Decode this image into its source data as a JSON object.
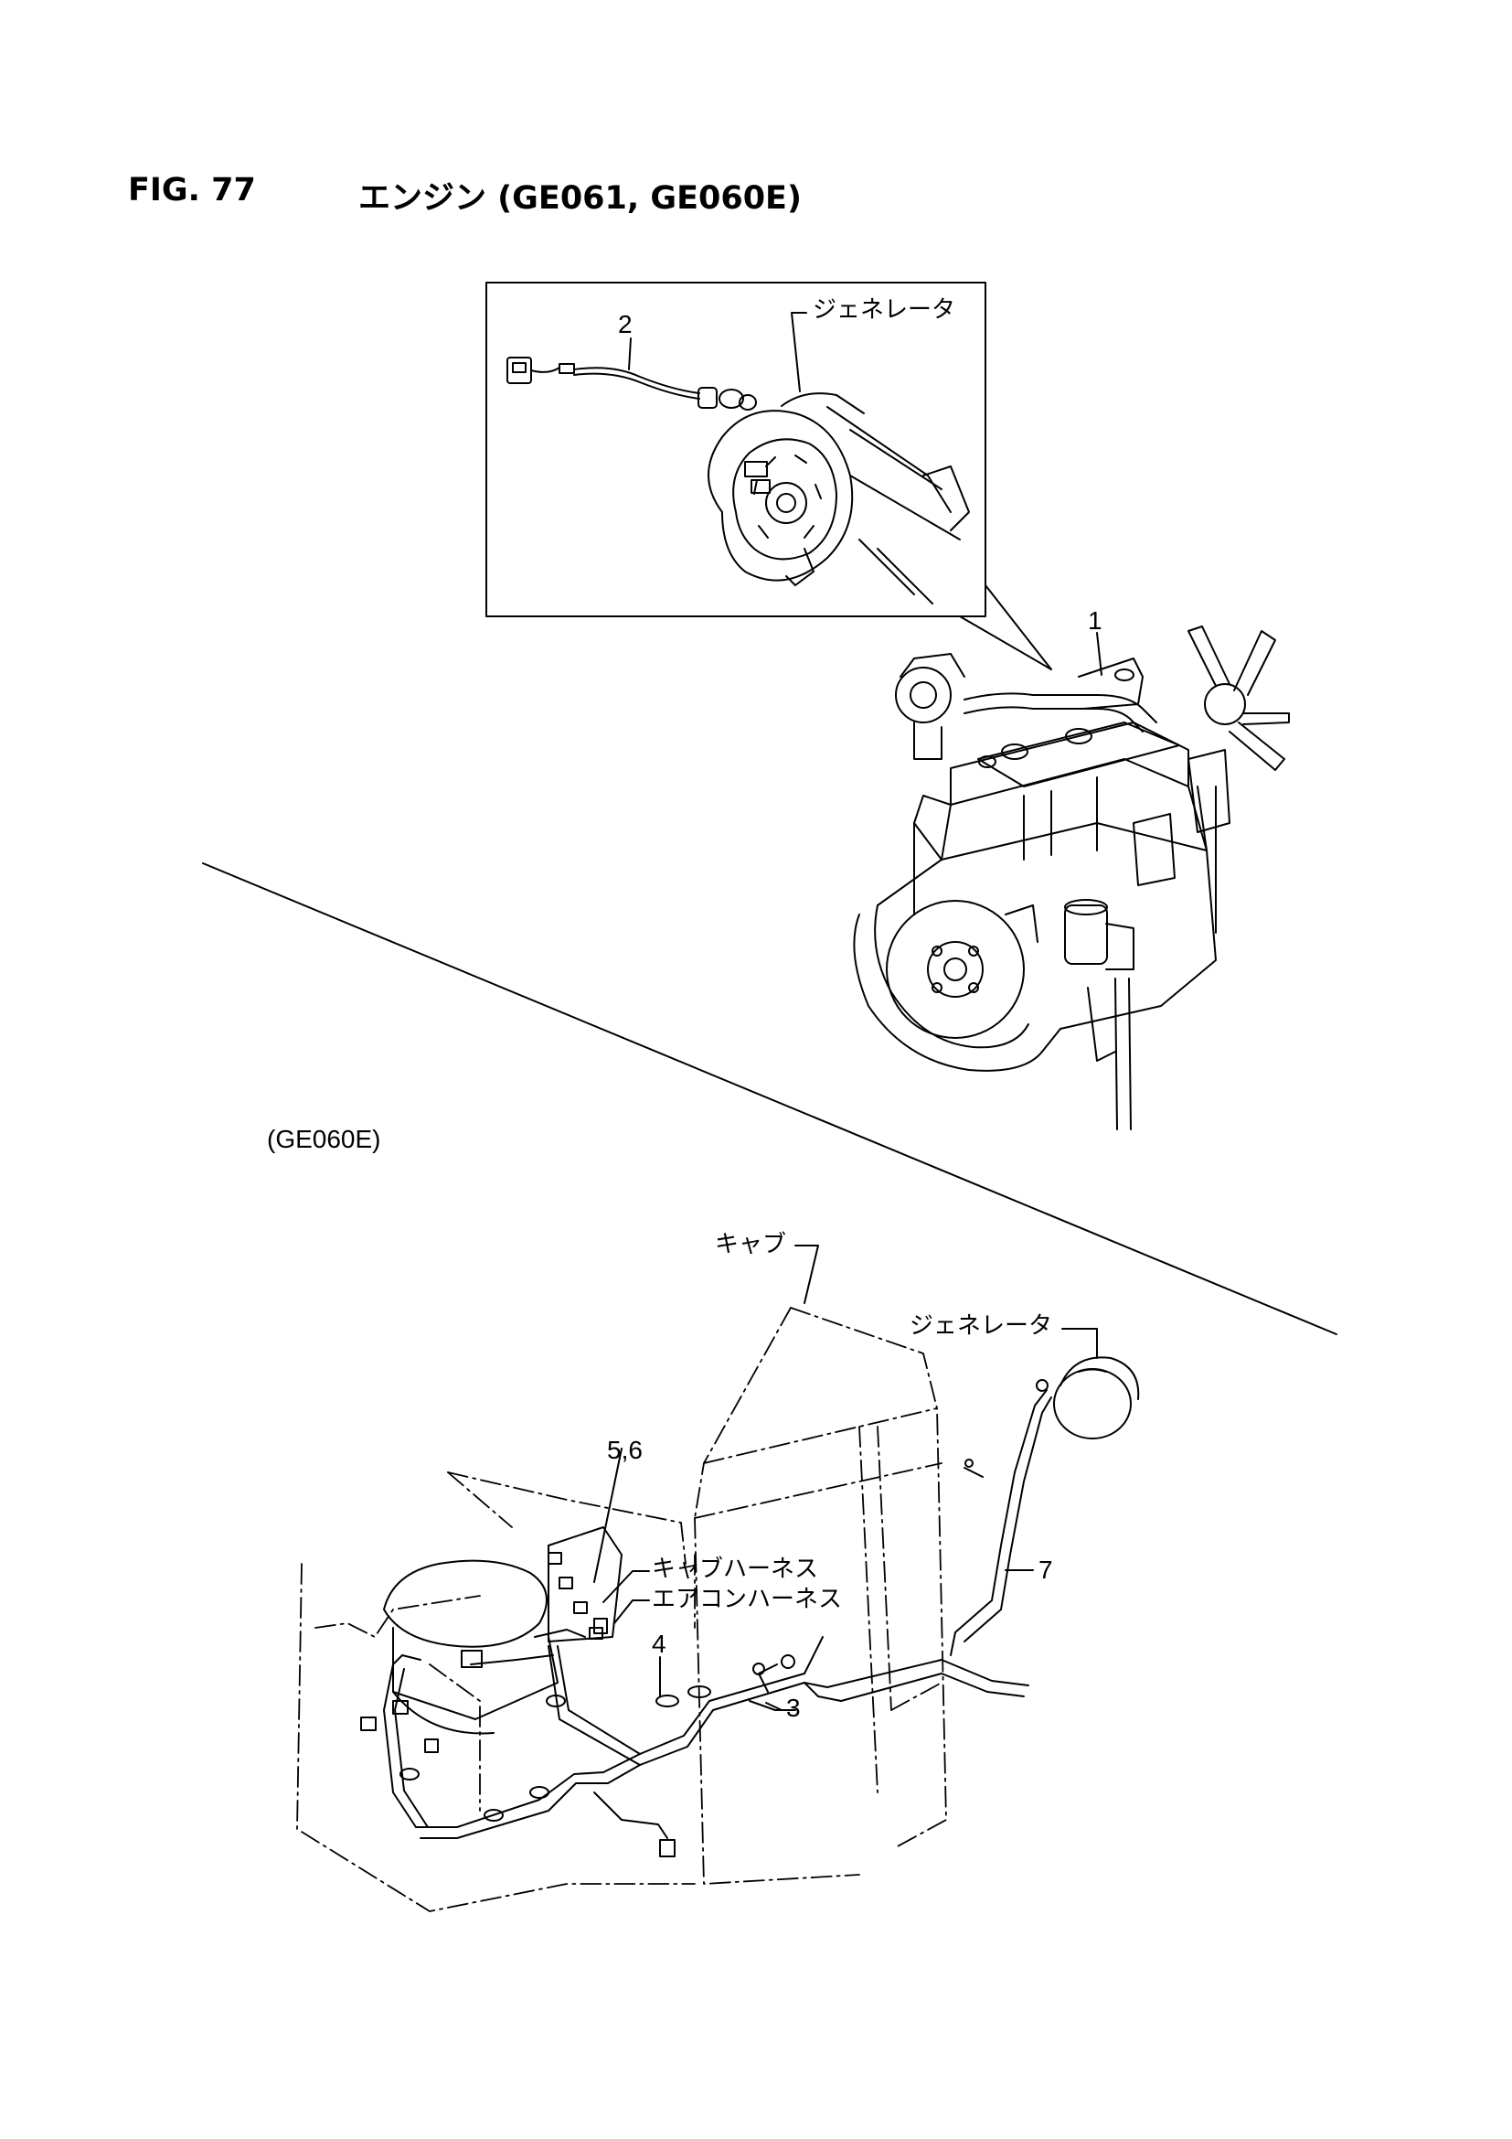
{
  "figure": {
    "number": "FIG. 77",
    "title": "エンジン (GE061, GE060E)"
  },
  "upper_view": {
    "callouts": [
      "1",
      "2"
    ],
    "labels": {
      "generator": "ジェネレータ"
    }
  },
  "lower_view": {
    "variant": "(GE060E)",
    "callouts": [
      "3",
      "4",
      "5,6",
      "7"
    ],
    "labels": {
      "cab": "キャブ",
      "generator": "ジェネレータ",
      "cab_harness": "キャブハーネス",
      "aircon_harness": "エアコンハーネス"
    }
  }
}
